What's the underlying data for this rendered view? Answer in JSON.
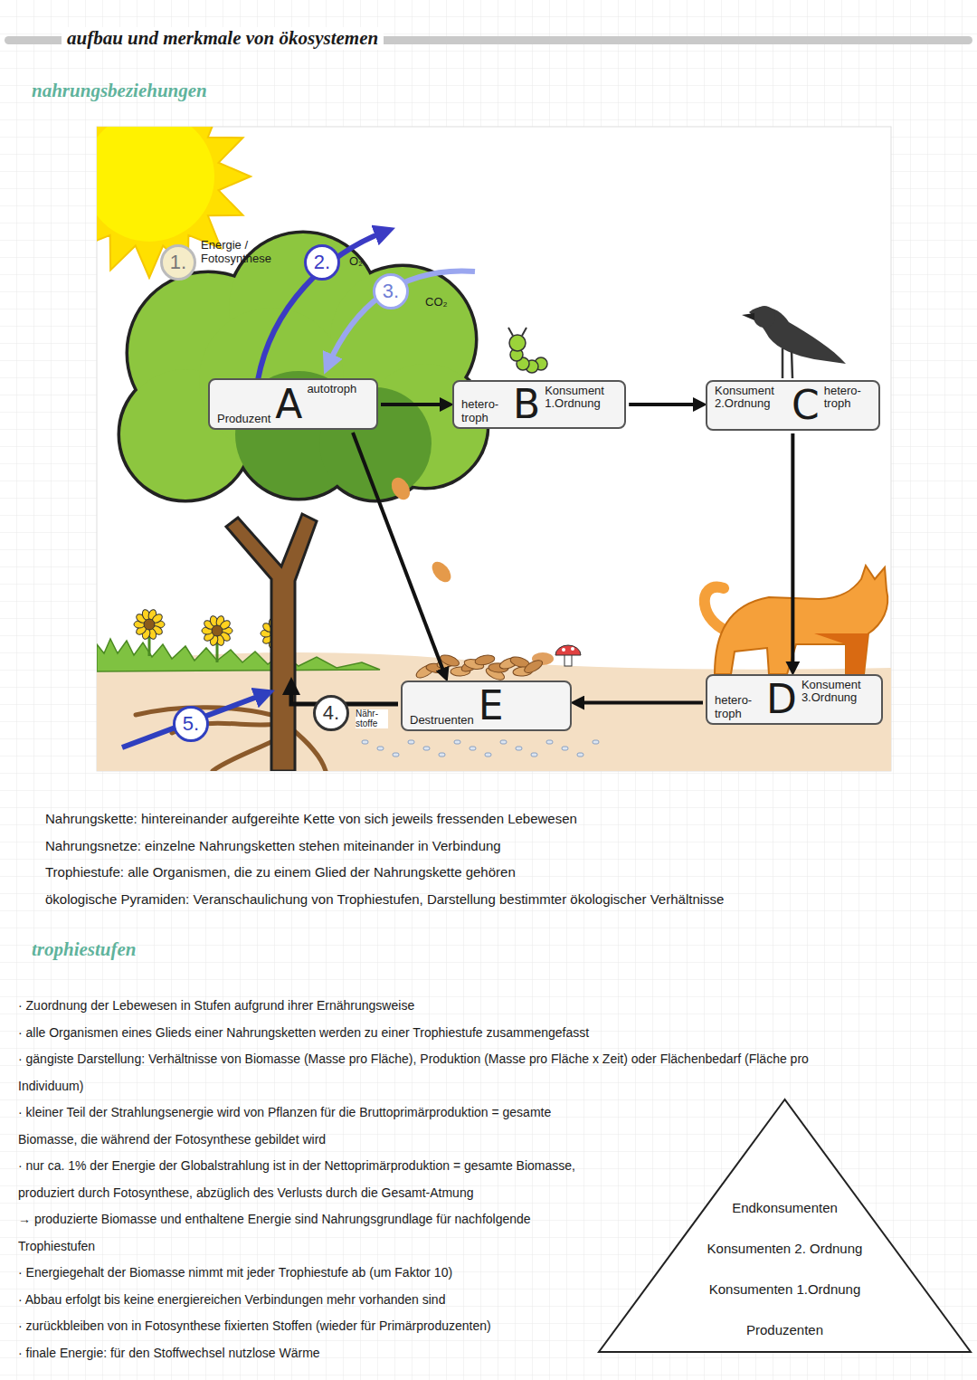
{
  "diagram": {
    "title": "aufbau und merkmale von ökosystemen",
    "nodes": [
      {
        "text": [
          "Produzent",
          "A",
          "autotroph"
        ]
      },
      {
        "text": [
          "hetero- troph",
          "B",
          "Konsument 1.Ordnung"
        ]
      },
      {
        "text": [
          "Konsument 2.Ordnung",
          "C",
          "hetero- troph"
        ]
      },
      {
        "text": [
          "hetero- troph",
          "D",
          "Konsument 3.Ordnung"
        ]
      },
      {
        "text": [
          "Destruenten",
          "E"
        ]
      },
      {
        "text": [
          "Endkonsumenten",
          "Konsumenten 2. Ordnung",
          "Konsumenten 1.Ordnung",
          "Produzenten"
        ]
      }
    ],
    "edges": [
      {
        "from": 0,
        "to": 1,
        "arrow": "to"
      },
      {
        "from": 1,
        "to": 2,
        "arrow": "to"
      },
      {
        "from": 2,
        "to": 3,
        "arrow": "to"
      },
      {
        "from": 3,
        "to": 4,
        "arrow": "to"
      },
      {
        "from": 0,
        "to": 4,
        "arrow": "to"
      }
    ],
    "labels": [
      "nahrungsbeziehungen",
      "1.",
      "Energie / Fotosynthese",
      "2.",
      "O₂",
      "3.",
      "CO₂",
      "4.",
      "Nähr- stoffe",
      "5.",
      "Nahrungskette: hintereinander aufgereihte Kette von sich jeweils fressenden Lebewesen",
      "Nahrungsnetze: einzelne Nahrungsketten stehen miteinander in Verbindung",
      "Trophiestufe: alle Organismen, die zu einem Glied der Nahrungskette gehören",
      "ökologische Pyramiden: Veranschaulichung von Trophiestufen, Darstellung bestimmter ökologischer Verhältnisse",
      "trophiestufen",
      "· Zuordnung der Lebewesen in Stufen aufgrund ihrer Ernährungsweise",
      "· alle Organismen eines Glieds einer Nahrungsketten werden zu einer Trophiestufe zusammengefasst",
      "· gängiste Darstellung: Verhältnisse von Biomasse (Masse pro Fläche), Produktion (Masse pro Fläche x Zeit) oder Flächenbedarf (Fläche pro Individuum)",
      "· kleiner Teil der Strahlungsenergie wird von Pflanzen für die Bruttoprimärproduktion = gesamte Biomasse, die während der Fotosynthese gebildet wird",
      "· nur ca. 1% der Energie der Globalstrahlung ist in der Nettoprimärproduktion = gesamte Biomasse, produziert durch Fotosynthese, abzüglich des Verlusts durch die Gesamt-Atmung",
      "→ produzierte Biomasse und enthaltene Energie sind Nahrungsgrundlage für nachfolgende Trophiestufen",
      "· Energiegehalt der Biomasse nimmt mit jeder Trophiestufe ab (um Faktor 10)",
      "· Abbau erfolgt bis keine energiereichen Verbindungen mehr vorhanden sind",
      "· zurückbleiben von in Fotosynthese fixierten Stoffen (wieder für Primärproduzenten)",
      "· finale Energie: für den Stoffwechsel nutzlose Wärme"
    ]
  }
}
